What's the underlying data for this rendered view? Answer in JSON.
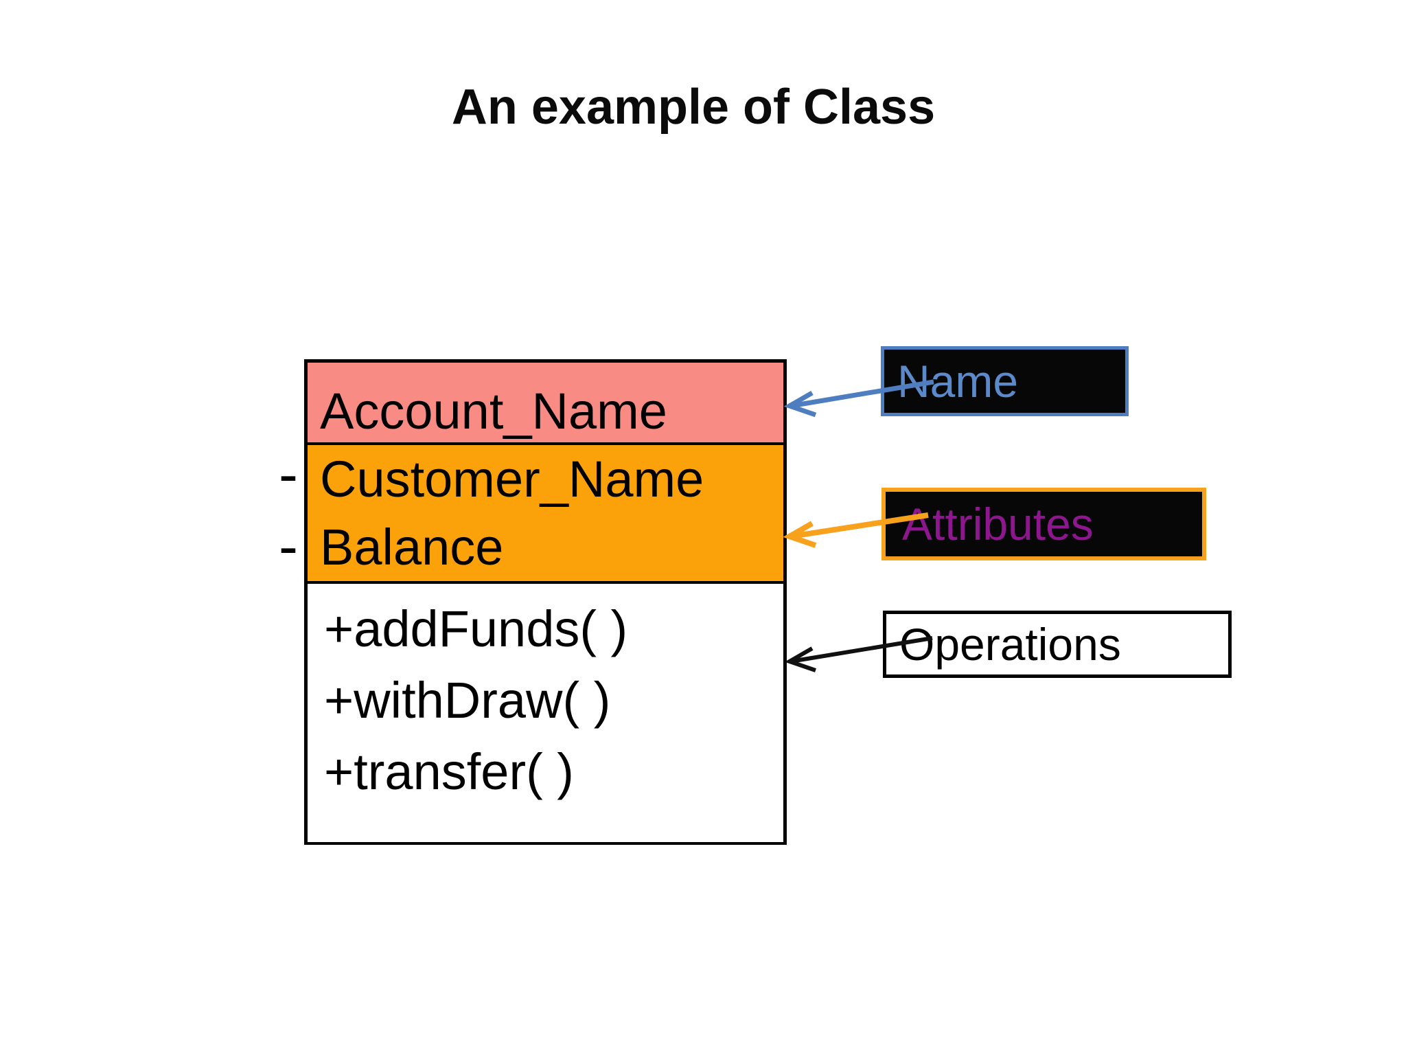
{
  "title": "An example of Class",
  "colors": {
    "pink": "#F98B85",
    "orange": "#FBA20B",
    "blue": "#4E7EC0",
    "blue_text": "#5C89C9",
    "purple": "#8E168E",
    "orange_border": "#F8A11C",
    "black": "#111111"
  },
  "class_box": {
    "name": "Account_Name",
    "attributes": [
      {
        "prefix": "-",
        "name": "Customer_Name"
      },
      {
        "prefix": "-",
        "name": "Balance"
      }
    ],
    "operations": [
      "+addFunds( )",
      "+withDraw( )",
      "+transfer( )"
    ]
  },
  "labels": {
    "name": "Name",
    "attributes": "Attributes",
    "operations": "Operations"
  }
}
